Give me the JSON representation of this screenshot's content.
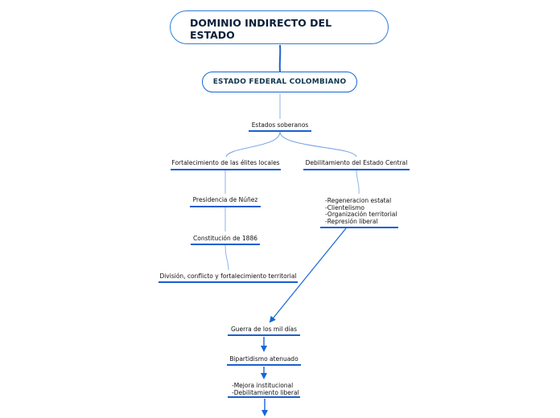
{
  "root": {
    "title": "DOMINIO INDIRECTO DEL ESTADO"
  },
  "main": {
    "title": "ESTADO FEDERAL COLOMBIANO"
  },
  "nodes": {
    "estados_soberanos": "Estados soberanos",
    "fortalecimiento": "Fortalecimiento de las élites locales",
    "debilitamiento": "Debilitamiento del Estado Central",
    "presidencia": "Presidencia de Núñez",
    "regeneracion": "-Regeneracion estatal\n-Clientelismo\n-Organización territorial\n-Represión liberal",
    "constitucion": "Constitución de 1886",
    "division": "División, conflicto y fortalecimiento territorial",
    "guerra": "Guerra de los mil días",
    "bipartidismo": "Bipartidismo atenuado",
    "mejora": "-Mejora institucional\n-Debilitamiento liberal"
  },
  "colors": {
    "accent": "#1466d8",
    "connector": "#6f9fe6",
    "underline": "#1a5fd0"
  }
}
